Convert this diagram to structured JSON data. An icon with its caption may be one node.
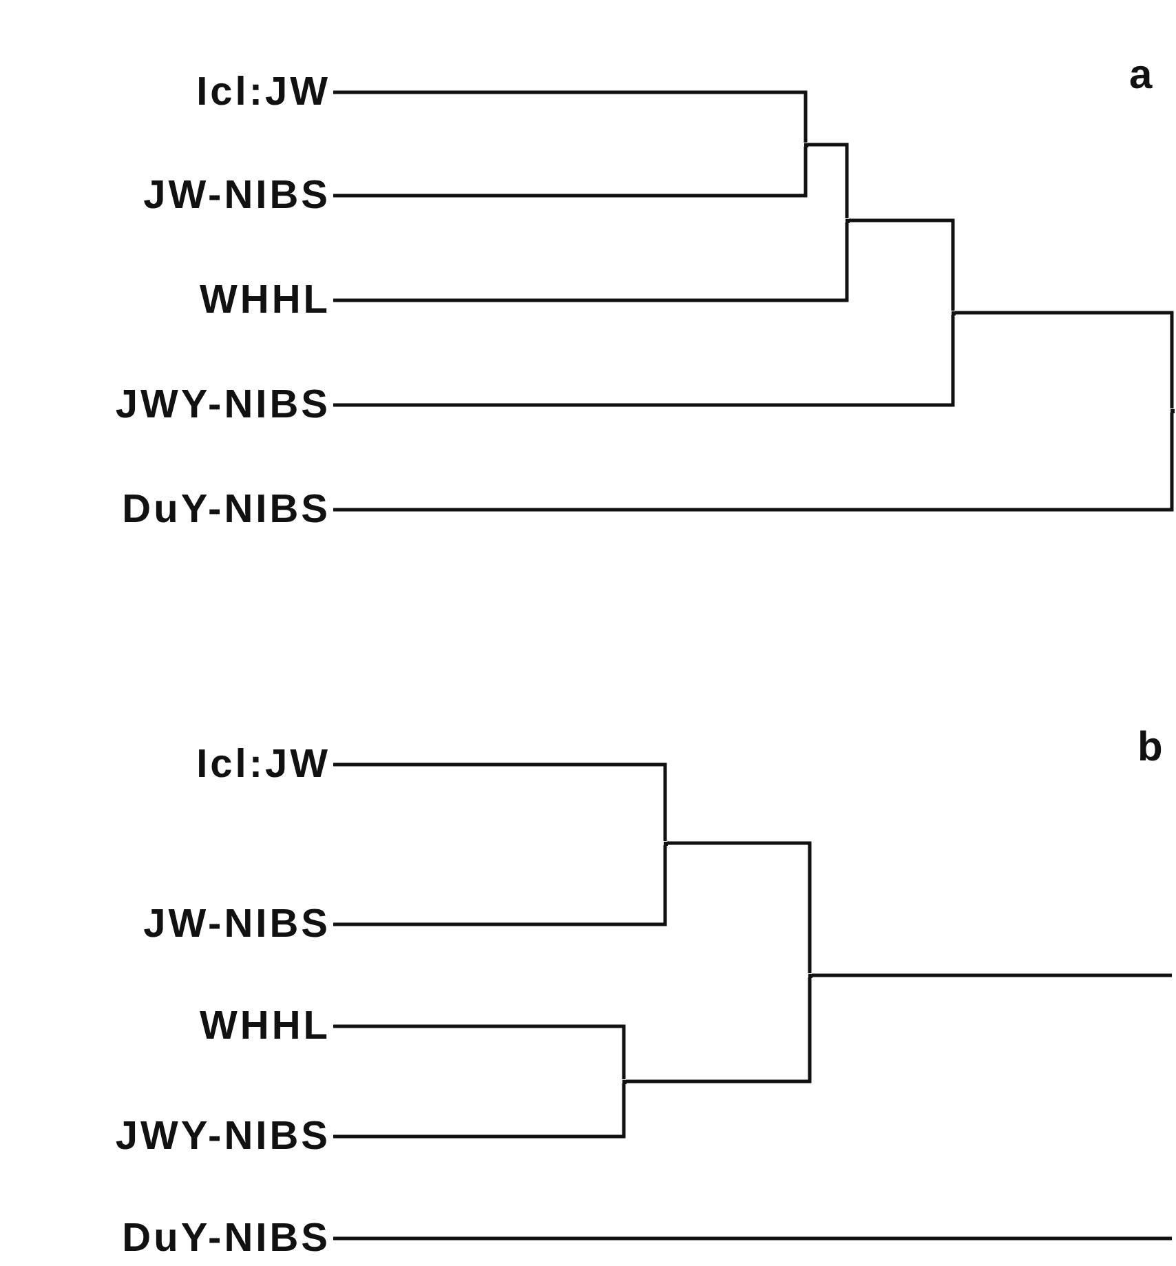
{
  "diagram": {
    "nodes": [
      {
        "text": [
          "Icl:JW"
        ]
      },
      {
        "text": [
          "JW-NIBS"
        ]
      },
      {
        "text": [
          "WHHL"
        ]
      },
      {
        "text": [
          "JWY-NIBS"
        ]
      },
      {
        "text": [
          "DuY-NIBS"
        ]
      },
      {
        "text": [],
        "shape": "dot"
      },
      {
        "text": [],
        "shape": "dot"
      },
      {
        "text": [],
        "shape": "dot"
      },
      {
        "text": [],
        "shape": "dot"
      },
      {
        "text": [
          "Icl:JW"
        ]
      },
      {
        "text": [
          "JW-NIBS"
        ]
      },
      {
        "text": [
          "WHHL"
        ]
      },
      {
        "text": [
          "JWY-NIBS"
        ]
      },
      {
        "text": [
          "DuY-NIBS"
        ]
      },
      {
        "text": [],
        "shape": "dot"
      },
      {
        "text": [],
        "shape": "dot"
      },
      {
        "text": [],
        "shape": "dot"
      }
    ],
    "edges": [
      {
        "from": 0,
        "to": 5,
        "arrow": "none"
      },
      {
        "from": 1,
        "to": 5,
        "arrow": "none"
      },
      {
        "from": 5,
        "to": 6,
        "arrow": "none"
      },
      {
        "from": 2,
        "to": 6,
        "arrow": "none"
      },
      {
        "from": 6,
        "to": 7,
        "arrow": "none"
      },
      {
        "from": 3,
        "to": 7,
        "arrow": "none"
      },
      {
        "from": 7,
        "to": 8,
        "arrow": "none"
      },
      {
        "from": 4,
        "to": 8,
        "arrow": "none"
      },
      {
        "from": 9,
        "to": 14,
        "arrow": "none"
      },
      {
        "from": 10,
        "to": 14,
        "arrow": "none"
      },
      {
        "from": 11,
        "to": 15,
        "arrow": "none"
      },
      {
        "from": 12,
        "to": 15,
        "arrow": "none"
      },
      {
        "from": 14,
        "to": 16,
        "arrow": "none"
      },
      {
        "from": 15,
        "to": 16,
        "arrow": "none"
      },
      {
        "from": 16,
        "to": null,
        "arrow": "none"
      },
      {
        "from": 13,
        "to": null,
        "arrow": "none"
      }
    ],
    "labels": [
      "a",
      "b"
    ]
  }
}
